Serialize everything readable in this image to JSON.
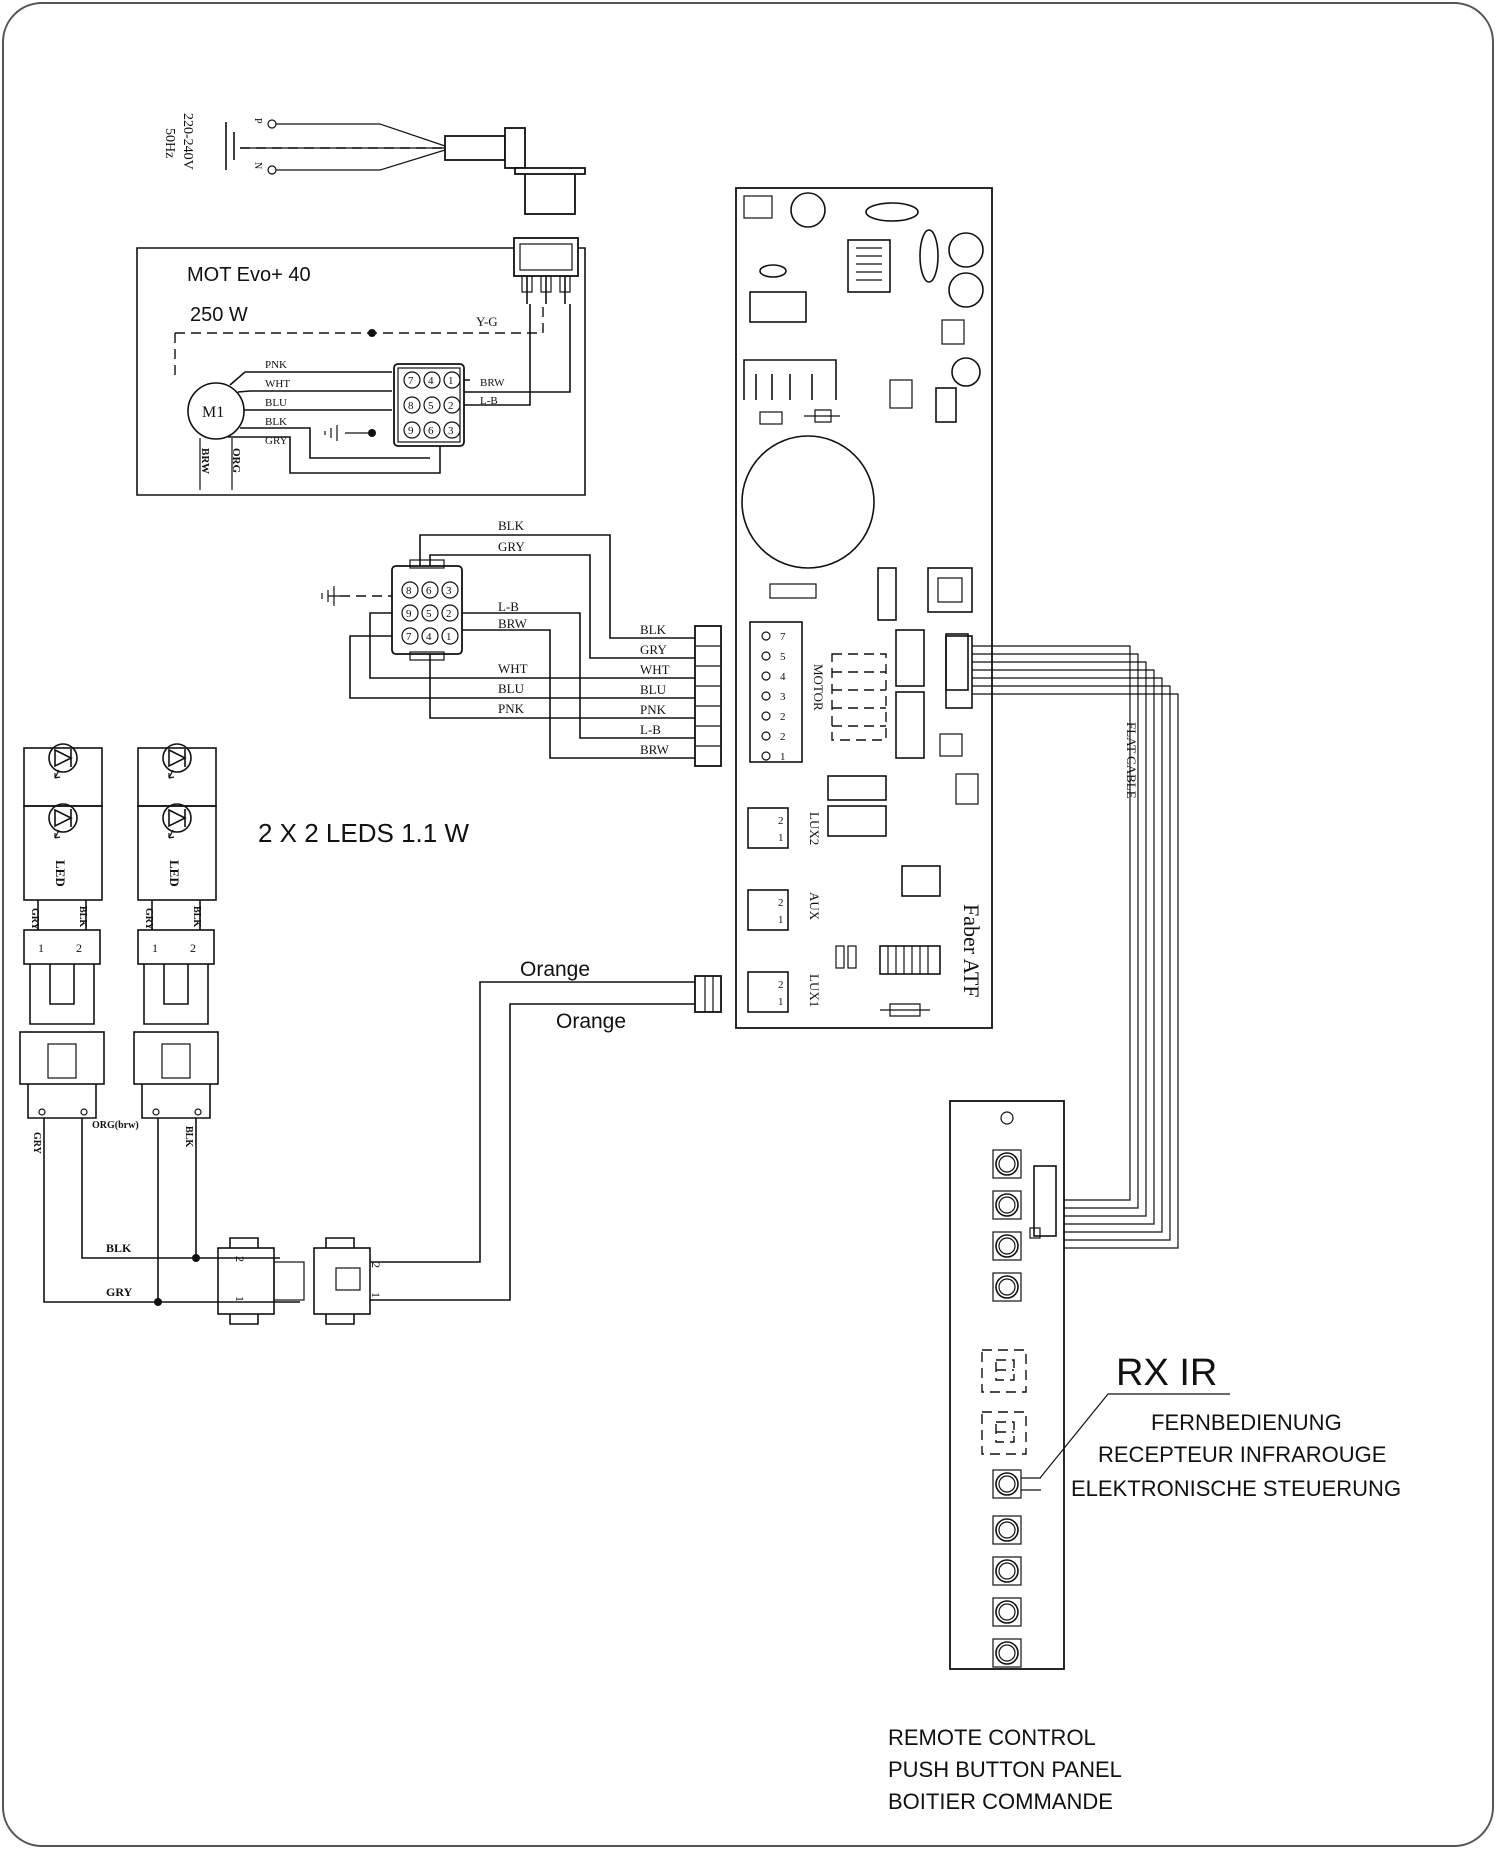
{
  "power": {
    "voltage": "220-240V",
    "frequency": "50Hz",
    "p": "P",
    "n": "N"
  },
  "motor": {
    "model": "MOT Evo+ 40",
    "power": "250 W",
    "symbol": "M1",
    "yg": "Y-G",
    "wires": [
      "PNK",
      "WHT",
      "BLU",
      "BLK",
      "GRY"
    ],
    "brw": "BRW",
    "org": "ORG",
    "lb": "L-B",
    "brw_right": "BRW",
    "pins": [
      "1",
      "2",
      "3",
      "4",
      "5",
      "6",
      "7",
      "8",
      "9"
    ]
  },
  "motor_conn": {
    "top": [
      "BLK",
      "GRY"
    ],
    "lb": "L-B",
    "brw": "BRW",
    "low": [
      "WHT",
      "BLU",
      "PNK"
    ],
    "pins": [
      "3",
      "6",
      "9",
      "2",
      "5",
      "8",
      "1",
      "4",
      "7"
    ]
  },
  "board_wires": [
    "BLK",
    "GRY",
    "WHT",
    "BLU",
    "PNK",
    "L-B",
    "BRW"
  ],
  "board": {
    "motor_label": "MOTOR",
    "motor_pins": [
      "7",
      "5",
      "4",
      "3",
      "2",
      "2",
      "1"
    ],
    "lux2": "LUX2",
    "aux": "AUX",
    "lux1": "LUX1",
    "name": "Faber ATF",
    "flat_cable": "FLAT CABLE",
    "pins2": [
      "2",
      "1"
    ]
  },
  "leds": {
    "title": "2 X 2 LEDS 1.1 W",
    "led": "LED",
    "gry": "GRY",
    "blk": "BLK",
    "pin1": "1",
    "pin2": "2",
    "org_brw": "ORG(brw)"
  },
  "bus": {
    "blk": "BLK",
    "gry": "GRY",
    "orange_top": "Orange",
    "orange_bottom": "Orange"
  },
  "panel": {
    "rx": "RX IR",
    "rx_lines": [
      "FERNBEDIENUNG",
      "RECEPTEUR INFRAROUGE",
      "ELEKTRONISCHE STEUERUNG"
    ],
    "caption": [
      "REMOTE CONTROL",
      "PUSH BUTTON PANEL",
      "BOITIER COMMANDE"
    ]
  }
}
